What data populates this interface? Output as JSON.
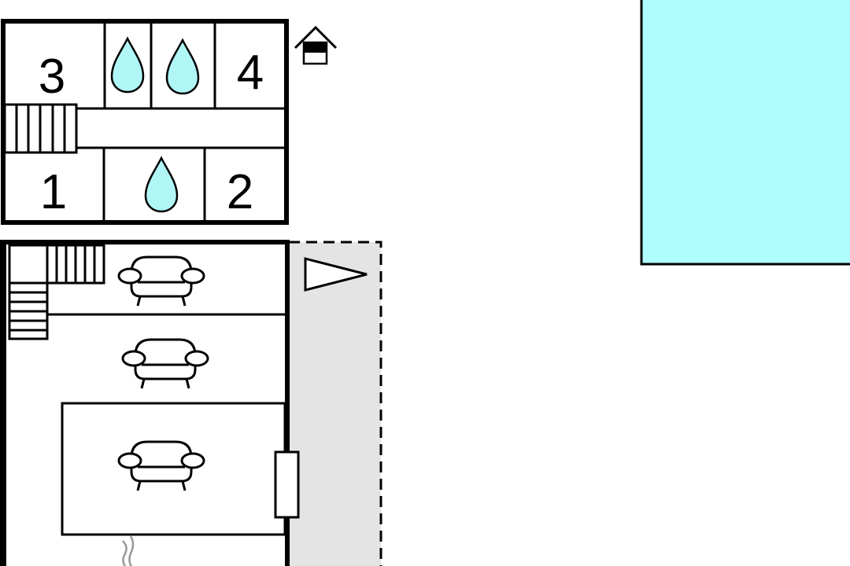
{
  "upper_floor": {
    "rooms": [
      {
        "label": "3",
        "type": "bedroom"
      },
      {
        "label": "4",
        "type": "bedroom"
      },
      {
        "label": "1",
        "type": "bedroom"
      },
      {
        "label": "2",
        "type": "bedroom"
      }
    ],
    "icons": [
      "water-drop-icon",
      "water-drop-icon",
      "water-drop-icon",
      "stairs-icon",
      "house-floor-icon"
    ]
  },
  "ground_floor": {
    "icons": [
      "stairs-icon",
      "armchair-icon",
      "armchair-icon",
      "armchair-icon",
      "window-icon",
      "heater-icon",
      "terrace-arrow-icon"
    ]
  },
  "colors": {
    "water": "#b0f6f7",
    "pool": "#aefcfd",
    "terrace": "#e4e4e4"
  }
}
